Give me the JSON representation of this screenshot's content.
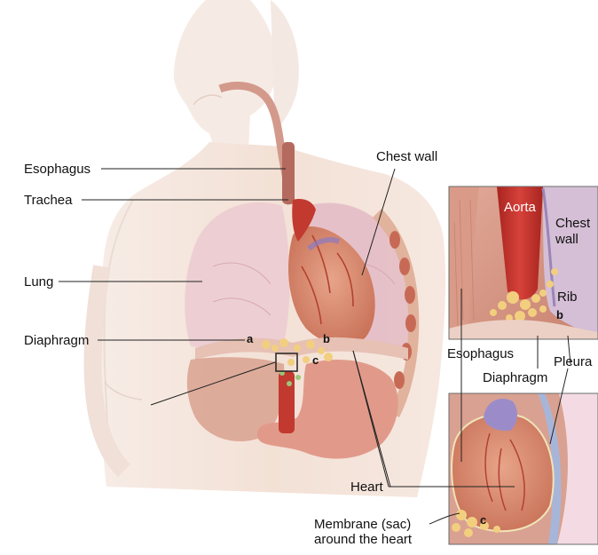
{
  "main_labels": {
    "esophagus": "Esophagus",
    "trachea": "Trachea",
    "lung": "Lung",
    "diaphragm": "Diaphragm",
    "chest_wall": "Chest wall",
    "heart": "Heart",
    "membrane_line1": "Membrane (sac)",
    "membrane_line2": "around the heart"
  },
  "markers": {
    "a": "a",
    "b": "b",
    "c": "c"
  },
  "inset_top": {
    "aorta": "Aorta",
    "chest_wall_line1": "Chest",
    "chest_wall_line2": "wall",
    "rib": "Rib",
    "marker": "b",
    "esophagus": "Esophagus",
    "diaphragm": "Diaphragm",
    "pleura": "Pleura"
  },
  "inset_bottom": {
    "marker": "c"
  },
  "colors": {
    "skin": "#f3e1d6",
    "lung": "#e9c7cc",
    "heart": "#d98a6e",
    "aorta": "#c6342c",
    "diaphragm": "#e8c2b5",
    "tumor": "#f3d38a",
    "stomach": "#e19a8a"
  }
}
